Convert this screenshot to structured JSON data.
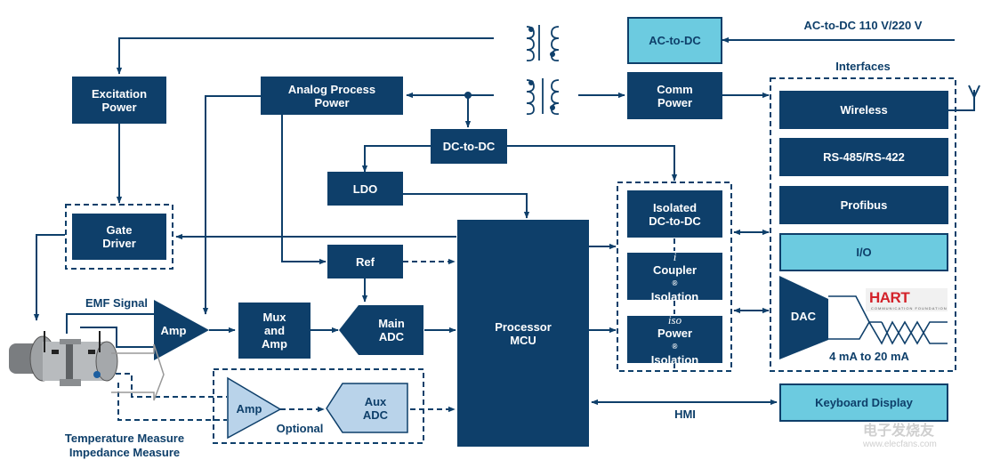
{
  "title": "Electromagnetic Flowmeter System Block Diagram",
  "colors": {
    "dark_block": "#0e3f6a",
    "light_block": "#6ccbe0",
    "pale_block": "#b9d3ea",
    "line": "#0e3f6a",
    "hart_red": "#d3222a"
  },
  "power": {
    "ac_input_label": "AC-to-DC 110 V/220 V",
    "ac_to_dc": "AC-to-DC",
    "comm_power": [
      "Comm",
      "Power"
    ],
    "excitation_power": [
      "Excitation",
      "Power"
    ],
    "analog_process_power": [
      "Analog Process",
      "Power"
    ],
    "dc_to_dc": "DC-to-DC",
    "ldo": "LDO"
  },
  "signal_chain": {
    "gate_driver": [
      "Gate",
      "Driver"
    ],
    "emf_signal_label": "EMF Signal",
    "amp": "Amp",
    "mux_amp": [
      "Mux",
      "and",
      "Amp"
    ],
    "ref": "Ref",
    "main_adc": [
      "Main",
      "ADC"
    ],
    "optional_label": "Optional",
    "aux_amp": "Amp",
    "aux_adc": [
      "Aux",
      "ADC"
    ],
    "sensor_labels": [
      "Temperature Measure",
      "Impedance Measure"
    ]
  },
  "processor": [
    "Processor",
    "MCU"
  ],
  "isolation": {
    "isolated_dcdc": [
      "Isolated",
      "DC-to-DC"
    ],
    "icoupler": {
      "prefix": "i",
      "name": "Coupler",
      "reg": "®",
      "line2": "Isolation"
    },
    "isopower": {
      "prefix": "iso",
      "name": "Power",
      "reg": "®",
      "line2": "Isolation"
    }
  },
  "interfaces": {
    "title": "Interfaces",
    "items": [
      "Wireless",
      "RS-485/RS-422",
      "Profibus",
      "I/O"
    ],
    "dac": "DAC",
    "current_loop": "4 mA to 20 mA",
    "hart_logo": "HART",
    "hart_sub": "COMMUNICATION FOUNDATION"
  },
  "hmi": {
    "label": "HMI",
    "keyboard_display": "Keyboard Display"
  },
  "watermark": {
    "text": "电子发烧友",
    "url": "www.elecfans.com"
  }
}
